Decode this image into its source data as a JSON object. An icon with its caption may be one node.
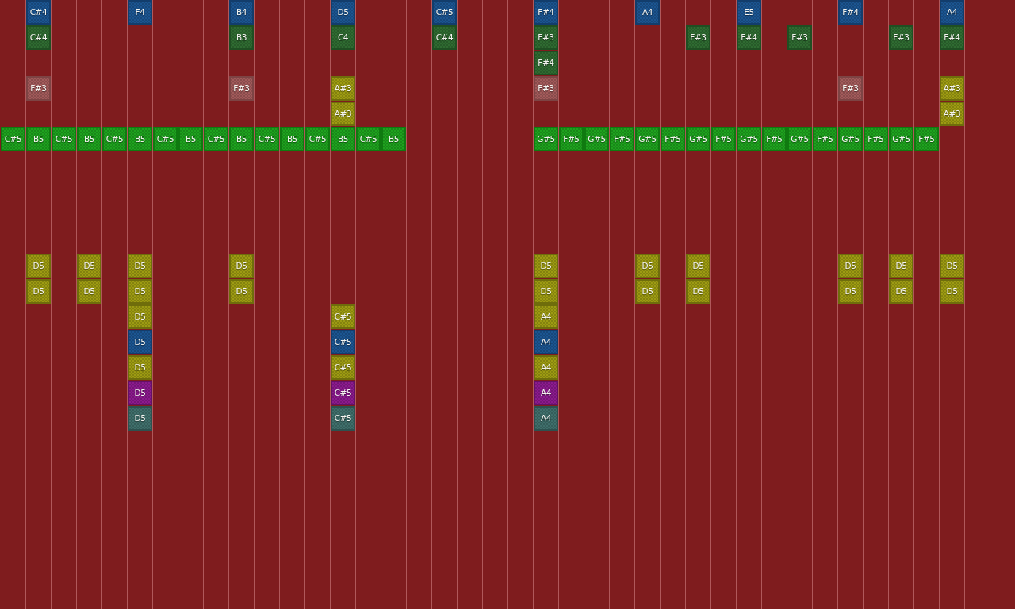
{
  "diagram": {
    "nodes": [
      {
        "text": [
          "C#4"
        ]
      },
      {
        "text": [
          "F4"
        ]
      },
      {
        "text": [
          "B4"
        ]
      },
      {
        "text": [
          "D5"
        ]
      },
      {
        "text": [
          "C#5"
        ]
      },
      {
        "text": [
          "F#4"
        ]
      },
      {
        "text": [
          "A4"
        ]
      },
      {
        "text": [
          "E5"
        ]
      },
      {
        "text": [
          "F#4"
        ]
      },
      {
        "text": [
          "A4"
        ]
      },
      {
        "text": [
          "C#4"
        ]
      },
      {
        "text": [
          "B3"
        ]
      },
      {
        "text": [
          "C4"
        ]
      },
      {
        "text": [
          "C#4"
        ]
      },
      {
        "text": [
          "F#3"
        ]
      },
      {
        "text": [
          "F#3"
        ]
      },
      {
        "text": [
          "F#4"
        ]
      },
      {
        "text": [
          "F#3"
        ]
      },
      {
        "text": [
          "F#3"
        ]
      },
      {
        "text": [
          "F#4"
        ]
      },
      {
        "text": [
          "F#4"
        ]
      },
      {
        "text": [
          "F#3"
        ]
      },
      {
        "text": [
          "F#3"
        ]
      },
      {
        "text": [
          "A#3"
        ]
      },
      {
        "text": [
          "F#3"
        ]
      },
      {
        "text": [
          "F#3"
        ]
      },
      {
        "text": [
          "A#3"
        ]
      },
      {
        "text": [
          "A#3"
        ]
      },
      {
        "text": [
          "A#3"
        ]
      },
      {
        "text": [
          "C#5"
        ]
      },
      {
        "text": [
          "B5"
        ]
      },
      {
        "text": [
          "C#5"
        ]
      },
      {
        "text": [
          "B5"
        ]
      },
      {
        "text": [
          "C#5"
        ]
      },
      {
        "text": [
          "B5"
        ]
      },
      {
        "text": [
          "C#5"
        ]
      },
      {
        "text": [
          "B5"
        ]
      },
      {
        "text": [
          "C#5"
        ]
      },
      {
        "text": [
          "B5"
        ]
      },
      {
        "text": [
          "C#5"
        ]
      },
      {
        "text": [
          "B5"
        ]
      },
      {
        "text": [
          "C#5"
        ]
      },
      {
        "text": [
          "B5"
        ]
      },
      {
        "text": [
          "C#5"
        ]
      },
      {
        "text": [
          "B5"
        ]
      },
      {
        "text": [
          "G#5"
        ]
      },
      {
        "text": [
          "F#5"
        ]
      },
      {
        "text": [
          "G#5"
        ]
      },
      {
        "text": [
          "F#5"
        ]
      },
      {
        "text": [
          "G#5"
        ]
      },
      {
        "text": [
          "F#5"
        ]
      },
      {
        "text": [
          "G#5"
        ]
      },
      {
        "text": [
          "F#5"
        ]
      },
      {
        "text": [
          "G#5"
        ]
      },
      {
        "text": [
          "F#5"
        ]
      },
      {
        "text": [
          "G#5"
        ]
      },
      {
        "text": [
          "F#5"
        ]
      },
      {
        "text": [
          "G#5"
        ]
      },
      {
        "text": [
          "F#5"
        ]
      },
      {
        "text": [
          "G#5"
        ]
      },
      {
        "text": [
          "F#5"
        ]
      },
      {
        "text": [
          "D5"
        ]
      },
      {
        "text": [
          "D5"
        ]
      },
      {
        "text": [
          "D5"
        ]
      },
      {
        "text": [
          "D5"
        ]
      },
      {
        "text": [
          "D5"
        ]
      },
      {
        "text": [
          "D5"
        ]
      },
      {
        "text": [
          "D5"
        ]
      },
      {
        "text": [
          "D5"
        ]
      },
      {
        "text": [
          "D5"
        ]
      },
      {
        "text": [
          "D5"
        ]
      },
      {
        "text": [
          "D5"
        ]
      },
      {
        "text": [
          "D5"
        ]
      },
      {
        "text": [
          "D5"
        ]
      },
      {
        "text": [
          "D5"
        ]
      },
      {
        "text": [
          "D5"
        ]
      },
      {
        "text": [
          "D5"
        ]
      },
      {
        "text": [
          "D5"
        ]
      },
      {
        "text": [
          "D5"
        ]
      },
      {
        "text": [
          "D5"
        ]
      },
      {
        "text": [
          "D5"
        ]
      },
      {
        "text": [
          "D5"
        ]
      },
      {
        "text": [
          "C#5"
        ]
      },
      {
        "text": [
          "A4"
        ]
      },
      {
        "text": [
          "D5"
        ]
      },
      {
        "text": [
          "C#5"
        ]
      },
      {
        "text": [
          "A4"
        ]
      },
      {
        "text": [
          "D5"
        ]
      },
      {
        "text": [
          "C#5"
        ]
      },
      {
        "text": [
          "A4"
        ]
      },
      {
        "text": [
          "D5"
        ]
      },
      {
        "text": [
          "C#5"
        ]
      },
      {
        "text": [
          "A4"
        ]
      },
      {
        "text": [
          "D5"
        ]
      },
      {
        "text": [
          "C#5"
        ]
      },
      {
        "text": [
          "A4"
        ]
      }
    ]
  }
}
